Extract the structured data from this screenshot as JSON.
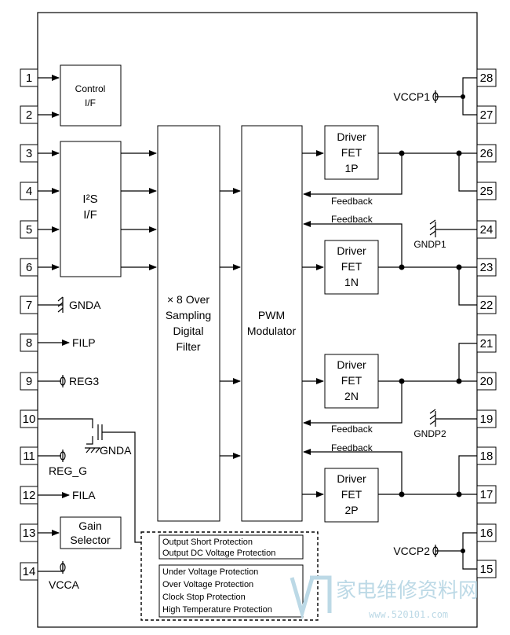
{
  "pins_left": [
    {
      "num": "1",
      "label": ""
    },
    {
      "num": "2",
      "label": ""
    },
    {
      "num": "3",
      "label": ""
    },
    {
      "num": "4",
      "label": ""
    },
    {
      "num": "5",
      "label": ""
    },
    {
      "num": "6",
      "label": ""
    },
    {
      "num": "7",
      "label": "GNDA"
    },
    {
      "num": "8",
      "label": "FILP"
    },
    {
      "num": "9",
      "label": "REG3"
    },
    {
      "num": "10",
      "label": ""
    },
    {
      "num": "11",
      "label": "REG_G"
    },
    {
      "num": "12",
      "label": "FILA"
    },
    {
      "num": "13",
      "label": ""
    },
    {
      "num": "14",
      "label": "VCCA"
    }
  ],
  "pins_right": [
    "28",
    "27",
    "26",
    "25",
    "24",
    "23",
    "22",
    "21",
    "20",
    "19",
    "18",
    "17",
    "16",
    "15"
  ],
  "blocks": {
    "control": [
      "Control",
      "I/F"
    ],
    "i2s": [
      "I²S",
      "I/F"
    ],
    "filter": [
      "× 8 Over",
      "Sampling",
      "Digital",
      "Filter"
    ],
    "pwm": [
      "PWM",
      "Modulator"
    ],
    "driver_1p": [
      "Driver",
      "FET",
      "1P"
    ],
    "driver_1n": [
      "Driver",
      "FET",
      "1N"
    ],
    "driver_2n": [
      "Driver",
      "FET",
      "2N"
    ],
    "driver_2p": [
      "Driver",
      "FET",
      "2P"
    ],
    "gain": [
      "Gain",
      "Selector"
    ]
  },
  "feedback": "Feedback",
  "supplies": {
    "vccp1": "VCCP1",
    "vccp2": "VCCP2",
    "gndp1": "GNDP1",
    "gndp2": "GNDP2",
    "gnda_fet": "GNDA"
  },
  "protection_box1": [
    "Output Short Protection",
    "Output DC Voltage Protection"
  ],
  "protection_box2": [
    "Under Voltage Protection",
    "Over Voltage Protection",
    "Clock Stop Protection",
    "High Temperature Protection"
  ],
  "watermark": {
    "cn": "家电维修资料网",
    "url": "www.520101.com"
  }
}
